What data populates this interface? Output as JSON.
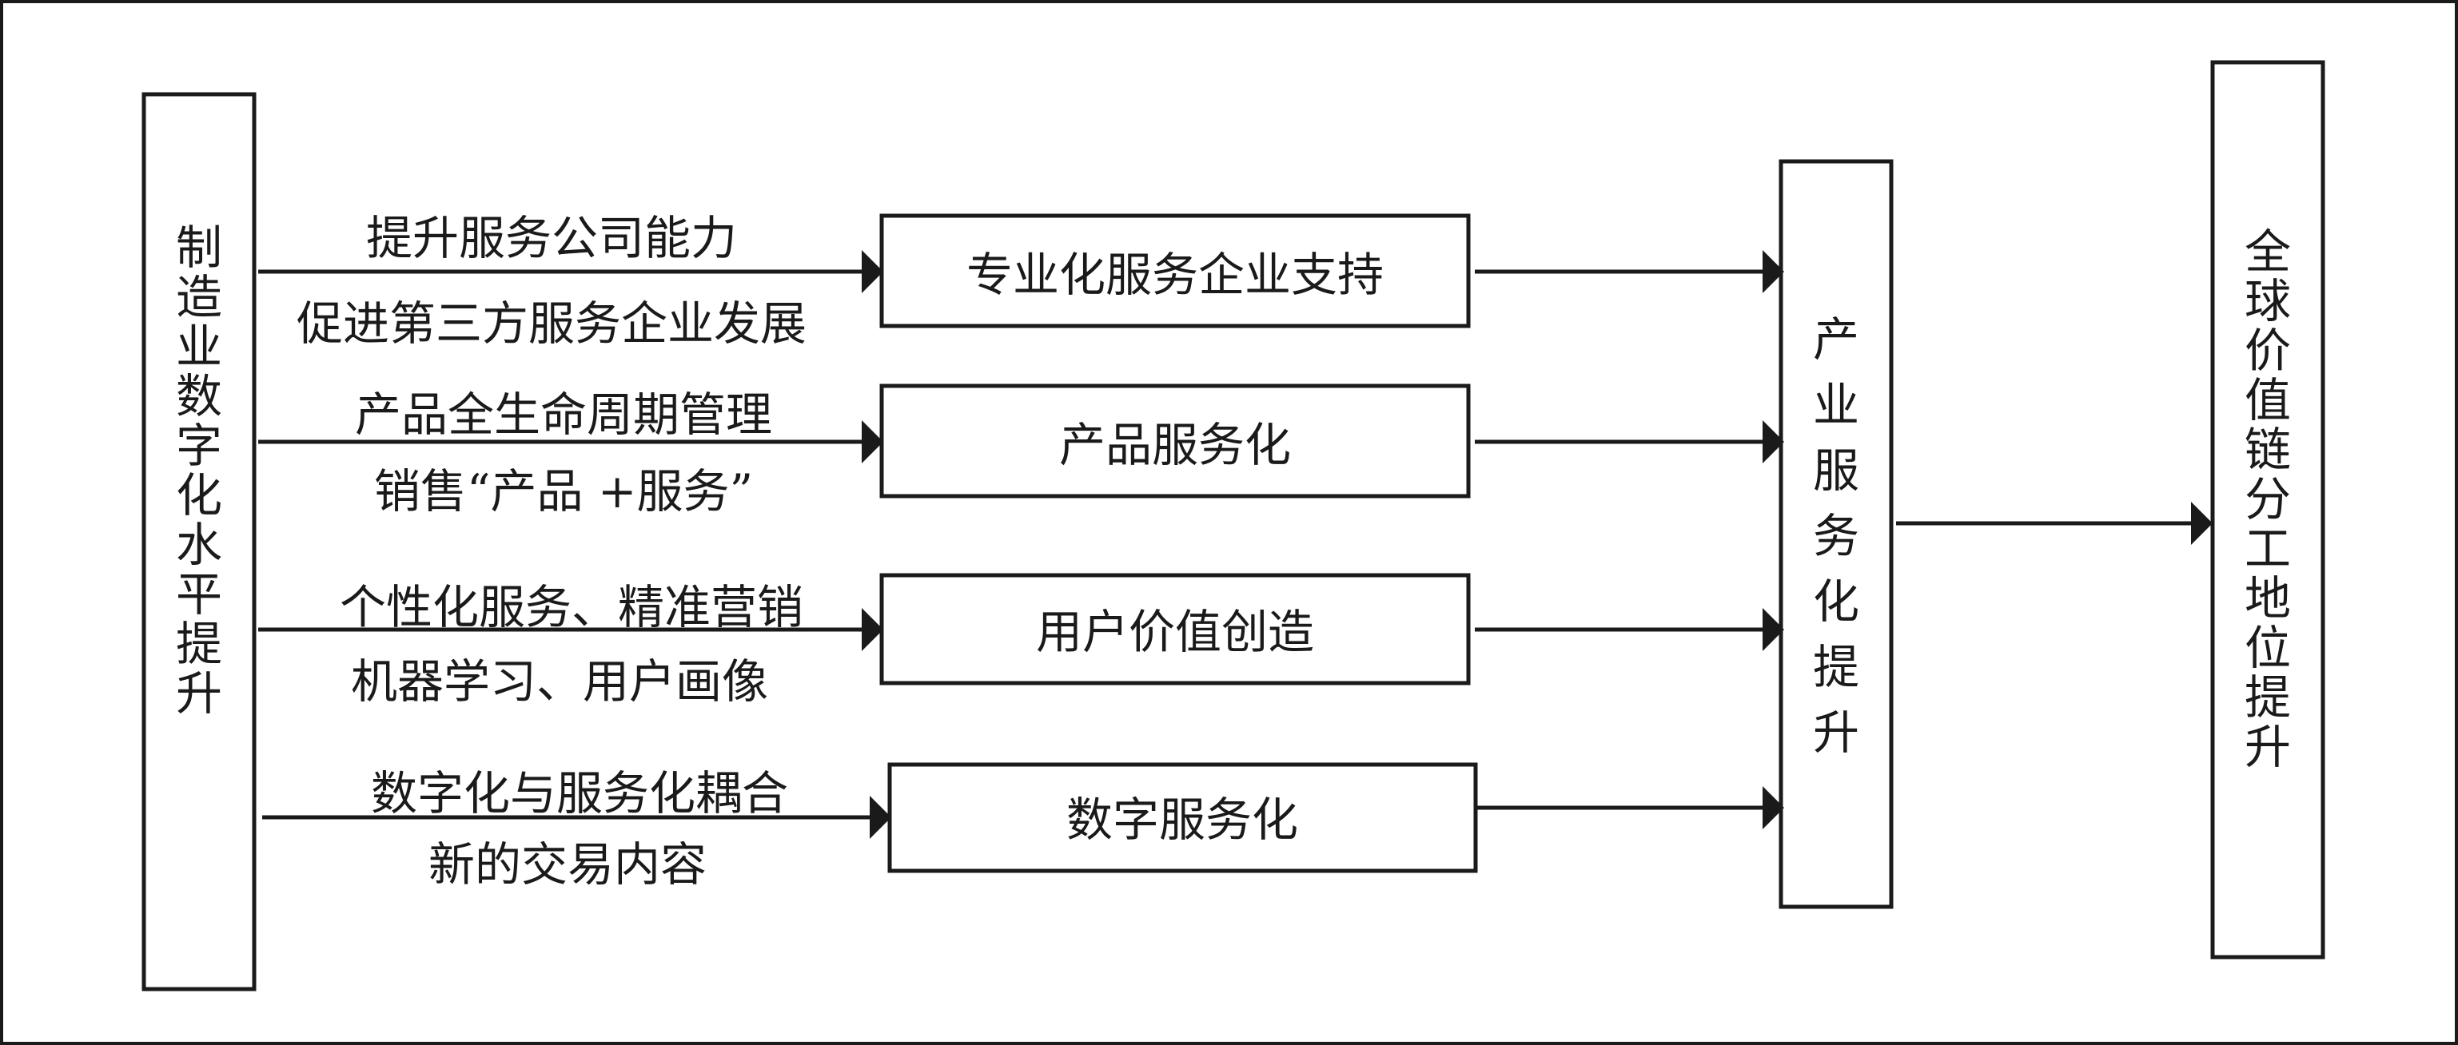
{
  "nodes": {
    "left": {
      "label": "制造业数字化水平提升"
    },
    "middle": [
      {
        "label": "专业化服务企业支持"
      },
      {
        "label": "产品服务化"
      },
      {
        "label": "用户价值创造"
      },
      {
        "label": "数字服务化"
      }
    ],
    "industry": {
      "label": "产业服务化提升"
    },
    "global": {
      "label": "全球价值链分工地位提升"
    }
  },
  "edges": [
    {
      "above": "提升服务公司能力",
      "below": "促进第三方服务企业发展"
    },
    {
      "above": "产品全生命周期管理",
      "below": "销售“产品 +服务”"
    },
    {
      "above": "个性化服务、精准营销",
      "below": "机器学习、用户画像"
    },
    {
      "above": "数字化与服务化耦合",
      "below": "新的交易内容"
    }
  ]
}
